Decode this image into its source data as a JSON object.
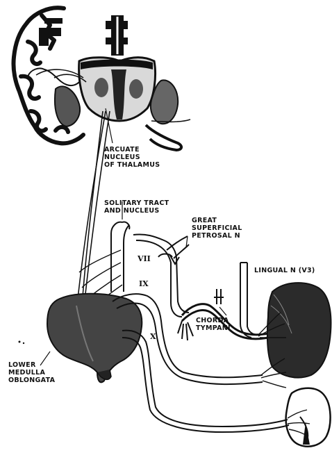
{
  "labels": {
    "arcuate": [
      "ARCUATE",
      "NUCLEUS",
      "OF THALAMUS"
    ],
    "solitary": [
      "SOLITARY TRACT",
      "AND NUCLEUS"
    ],
    "great_petrosal": [
      "GREAT",
      "SUPERFICIAL",
      "PETROSAL N"
    ],
    "lingual": "LINGUAL N (V3)",
    "chorda": [
      "CHORDA",
      "TYMPANI"
    ],
    "lower_medulla": [
      "LOWER",
      "MEDULLA",
      "OBLONGATA"
    ]
  },
  "cranial_nerves": {
    "vii": "VII",
    "ix": "IX",
    "x": "X"
  },
  "colors": {
    "ink": "#111111",
    "tissue": "#444444",
    "paper": "#ffffff"
  }
}
